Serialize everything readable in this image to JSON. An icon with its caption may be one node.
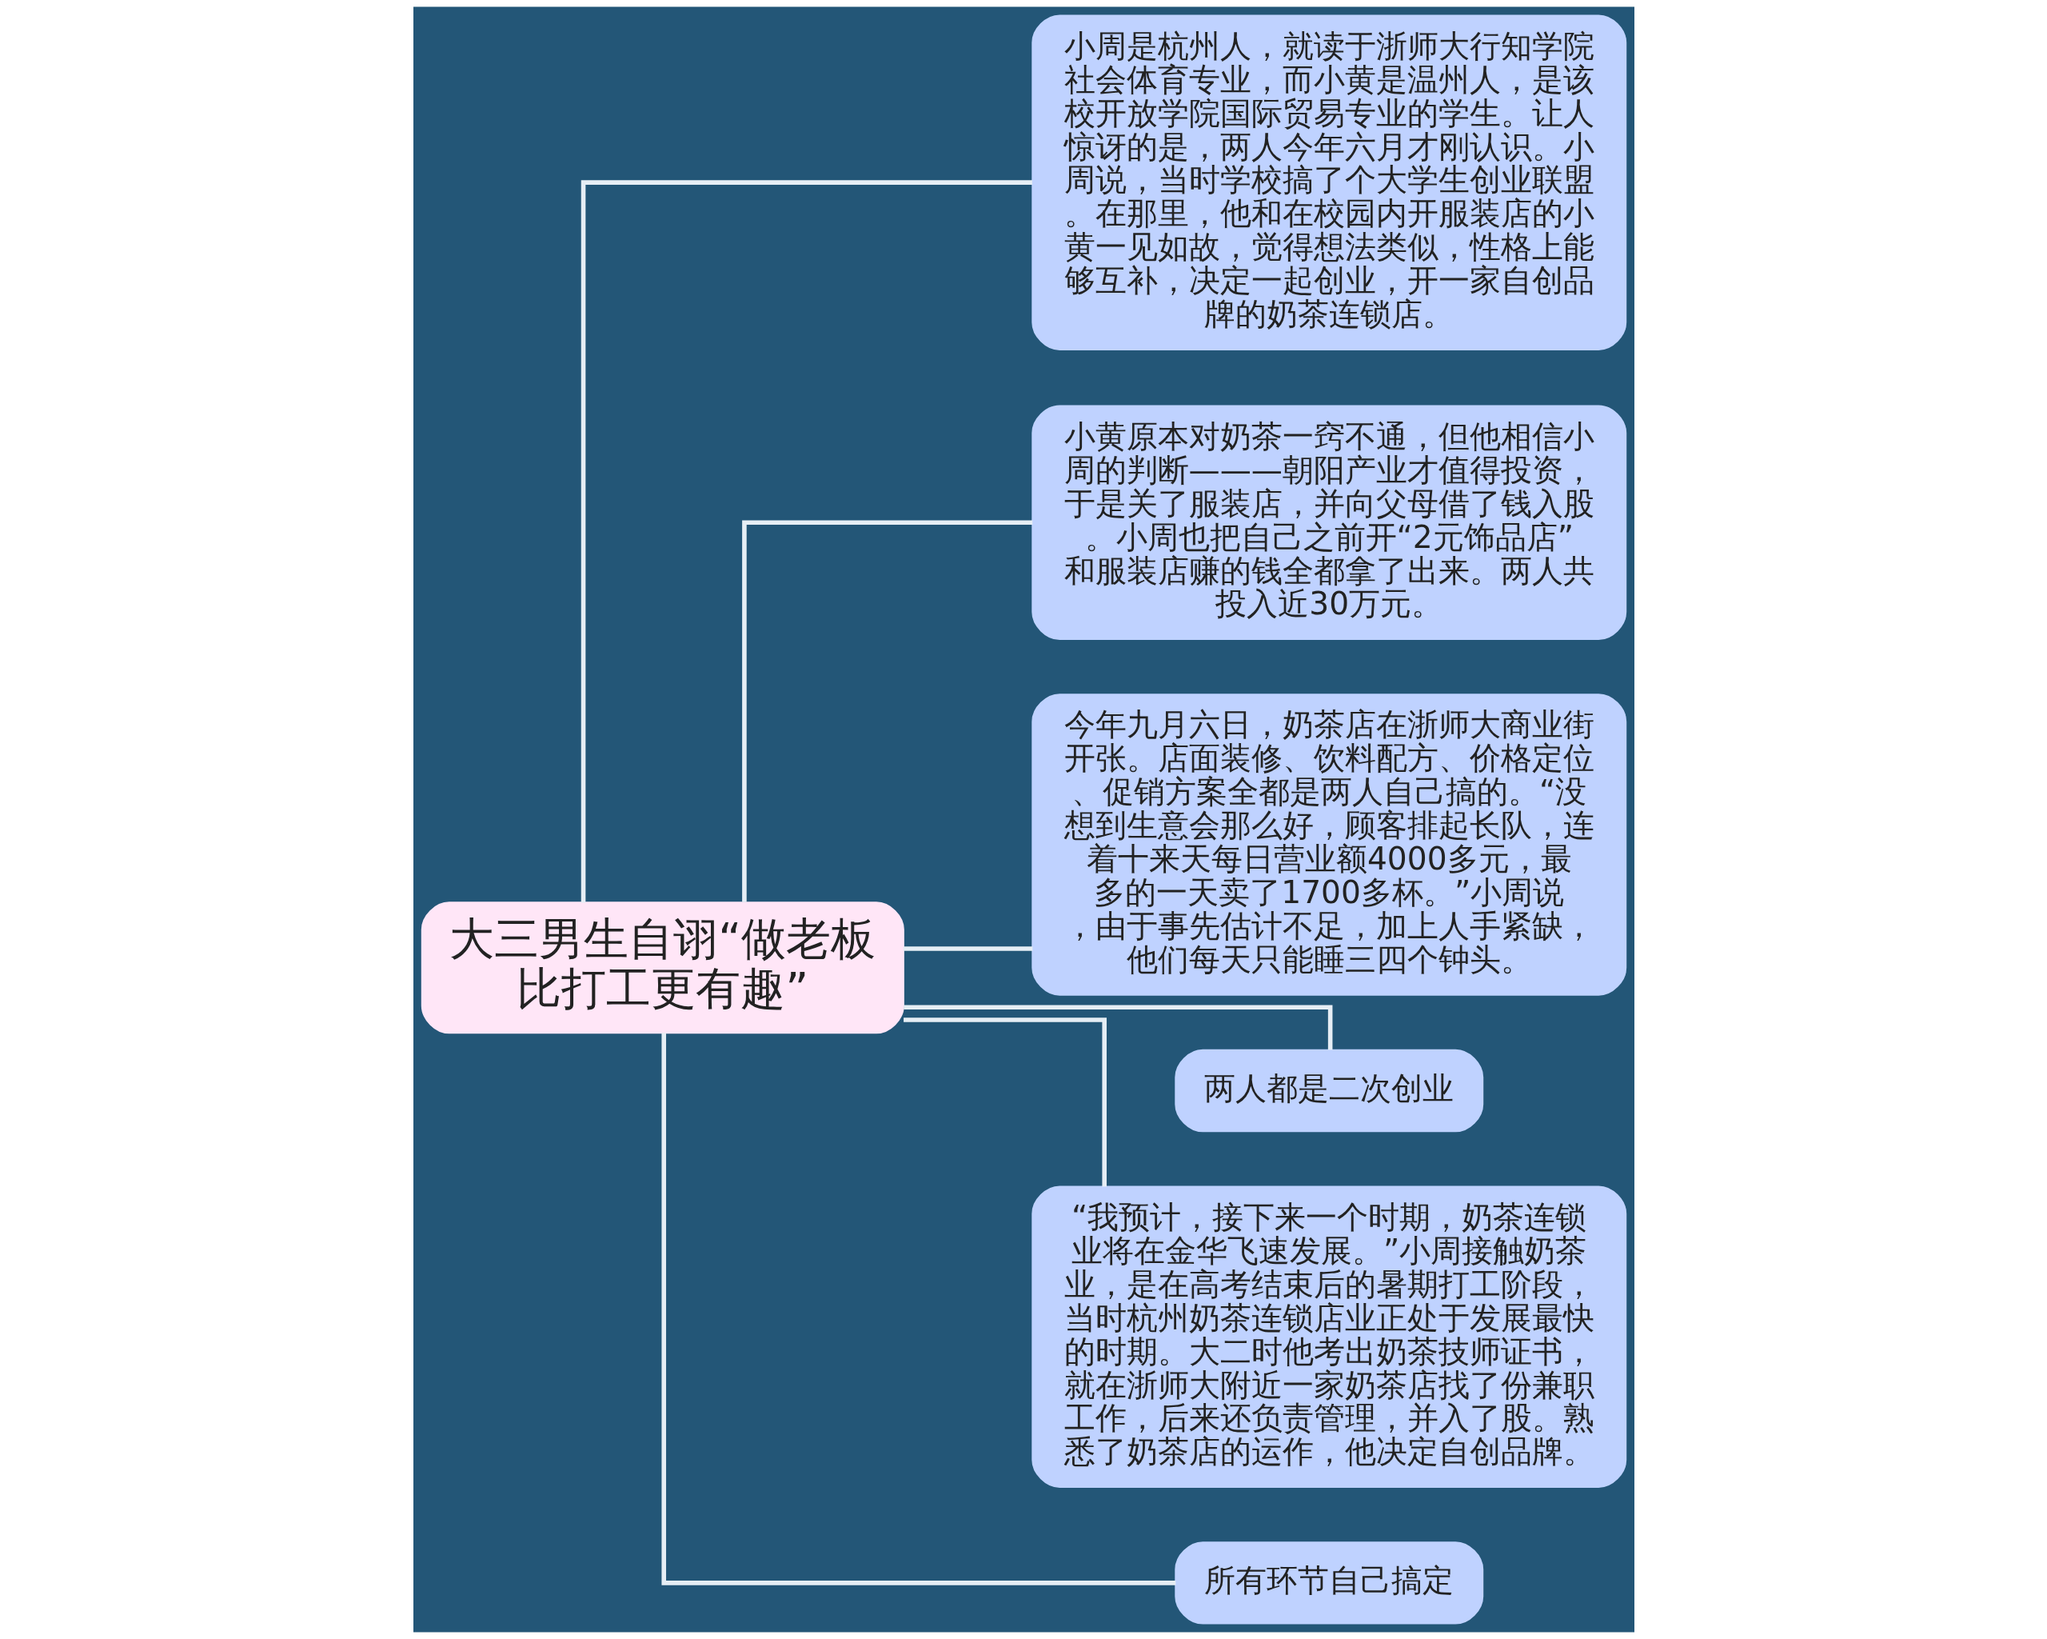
{
  "diagram": {
    "nodes": [
      {
        "text": [
          "大三男生自诩“做老板比打工更有趣”"
        ]
      },
      {
        "text": [
          "小周是杭州人，就读于浙师大行知学院社会体育专业，而小黄是温州人，是该校开放学院国际贸易专业的学生。让人惊讶的是，两人今年六月才刚认识。小周说，当时学校搞了个大学生创业联盟。在那里，他和在校园内开服装店的小黄一见如故，觉得想法类似，性格上能够互补，决定一起创业，开一家自创品牌的奶茶连锁店。"
        ]
      },
      {
        "text": [
          "小黄原本对奶茶一窍不通，但他相信小周的判断———朝阳产业才值得投资，于是关了服装店，并向父母借了钱入股。小周也把自己之前开“2元饰品店”和服装店赚的钱全都拿了出来。两人共投入近30万元。"
        ]
      },
      {
        "text": [
          "今年九月六日，奶茶店在浙师大商业街开张。店面装修、饮料配方、价格定位、促销方案全都是两人自己搞的。“没想到生意会那么好，顾客排起长队，连着十来天每日营业额4000多元，最多的一天卖了1700多杯。”小周说，由于事先估计不足，加上人手紧缺，他们每天只能睡三四个钟头。"
        ]
      },
      {
        "text": [
          "两人都是二次创业"
        ]
      },
      {
        "text": [
          "“我预计，接下来一个时期，奶茶连锁业将在金华飞速发展。”小周接触奶茶业，是在高考结束后的暑期打工阶段，当时杭州奶茶连锁店业正处于发展最快的时期。大二时他考出奶茶技师证书，就在浙师大附近一家奶茶店找了份兼职工作，后来还负责管理，并入了股。熟悉了奶茶店的运作，他决定自创品牌。"
        ]
      },
      {
        "text": [
          "所有环节自己搞定"
        ]
      }
    ],
    "edges": [
      {
        "from": 0,
        "to": 1,
        "arrow": "none"
      },
      {
        "from": 0,
        "to": 2,
        "arrow": "none"
      },
      {
        "from": 0,
        "to": 3,
        "arrow": "none"
      },
      {
        "from": 0,
        "to": 4,
        "arrow": "none"
      },
      {
        "from": 0,
        "to": 5,
        "arrow": "none"
      },
      {
        "from": 0,
        "to": 6,
        "arrow": "none"
      }
    ]
  }
}
